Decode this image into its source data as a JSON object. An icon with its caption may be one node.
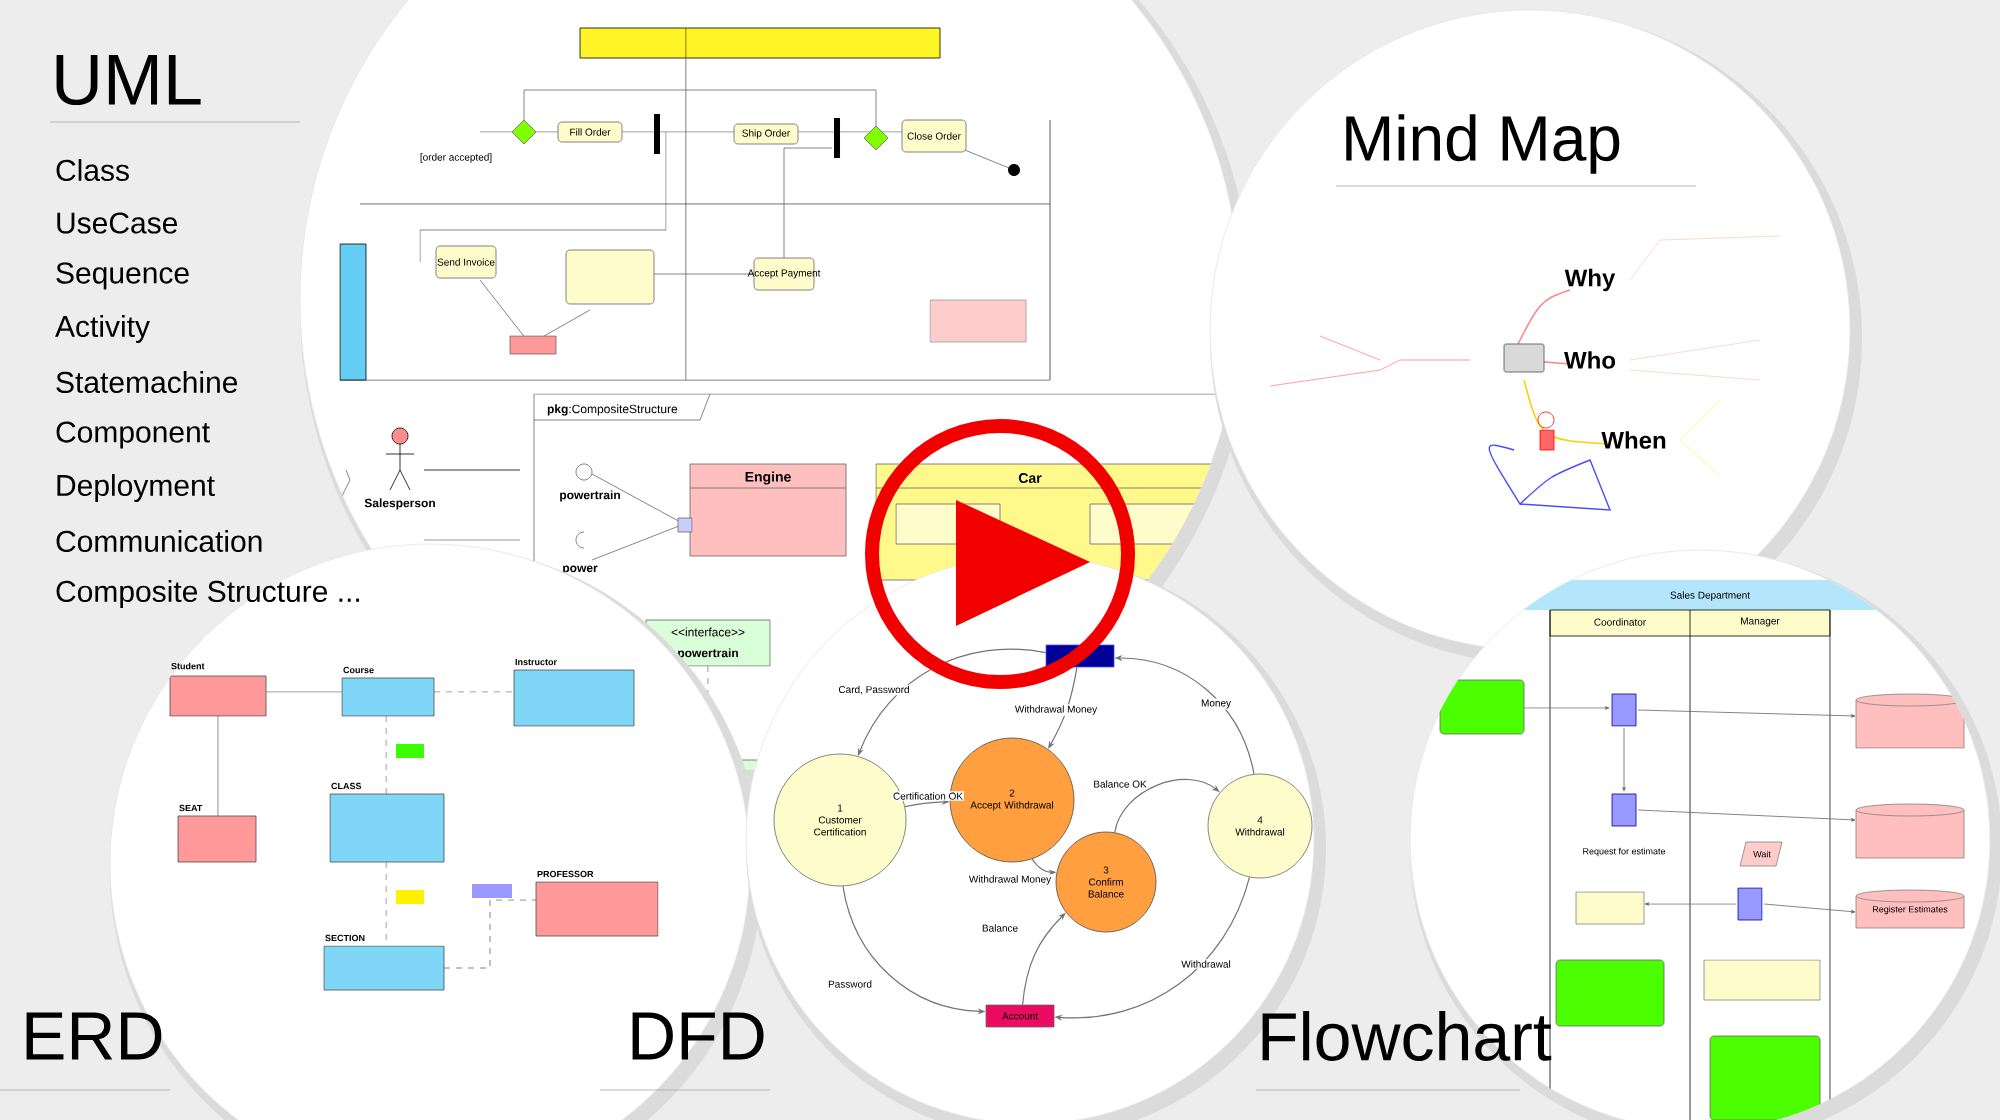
{
  "diagram": {
    "nodes": [
      {
        "text": [],
        "shape": "box"
      },
      {
        "text": [
          "1",
          "Customer Certification"
        ]
      },
      {
        "text": [
          "2",
          "Accept Withdrawal"
        ]
      },
      {
        "text": [
          "3",
          "Confirm Balance"
        ]
      },
      {
        "text": [
          "4",
          "Withdrawal"
        ]
      },
      {
        "text": [
          "Account"
        ]
      }
    ],
    "edges": [
      {
        "from": 0,
        "to": 1,
        "arrow": "to",
        "label": "Card, Password"
      },
      {
        "from": 0,
        "to": 2,
        "arrow": "to",
        "label": "Withdrawal Money"
      },
      {
        "from": 4,
        "to": 0,
        "arrow": "to",
        "label": "Money"
      },
      {
        "from": 1,
        "to": 2,
        "arrow": "to",
        "label": "Certification OK"
      },
      {
        "from": 2,
        "to": 3,
        "arrow": "to",
        "label": "Withdrawal Money"
      },
      {
        "from": 3,
        "to": 4,
        "arrow": "to",
        "label": "Balance OK"
      },
      {
        "from": 5,
        "to": 3,
        "arrow": "to",
        "label": "Balance"
      },
      {
        "from": 1,
        "to": 5,
        "arrow": "to",
        "label": "Password"
      },
      {
        "from": 4,
        "to": 5,
        "arrow": "to",
        "label": "Withdrawal"
      }
    ],
    "labels": [
      "UML",
      "Class",
      "UseCase",
      "Sequence",
      "Activity",
      "Statemachine",
      "Component",
      "Deployment",
      "Communication",
      "Composite Structure ...",
      "Mind Map",
      "ERD",
      "DFD",
      "Flowchart",
      "[order accepted]",
      "Fill Order",
      "Ship Order",
      "Close Order",
      "Send Invoice",
      "Accept Payment",
      "Salesperson",
      "**pkg**:CompositeStructure",
      "powertrain",
      "power",
      "Engine",
      "Car",
      "<<interface>>",
      "powertrain",
      "Why",
      "Who",
      "When",
      "Student",
      "Course",
      "Instructor",
      "CLASS",
      "SEAT",
      "SECTION",
      "PROFESSOR",
      "Sales Department",
      "Coordinator",
      "Manager",
      "Request for estimate",
      "Register Estimates",
      "Wait"
    ]
  }
}
